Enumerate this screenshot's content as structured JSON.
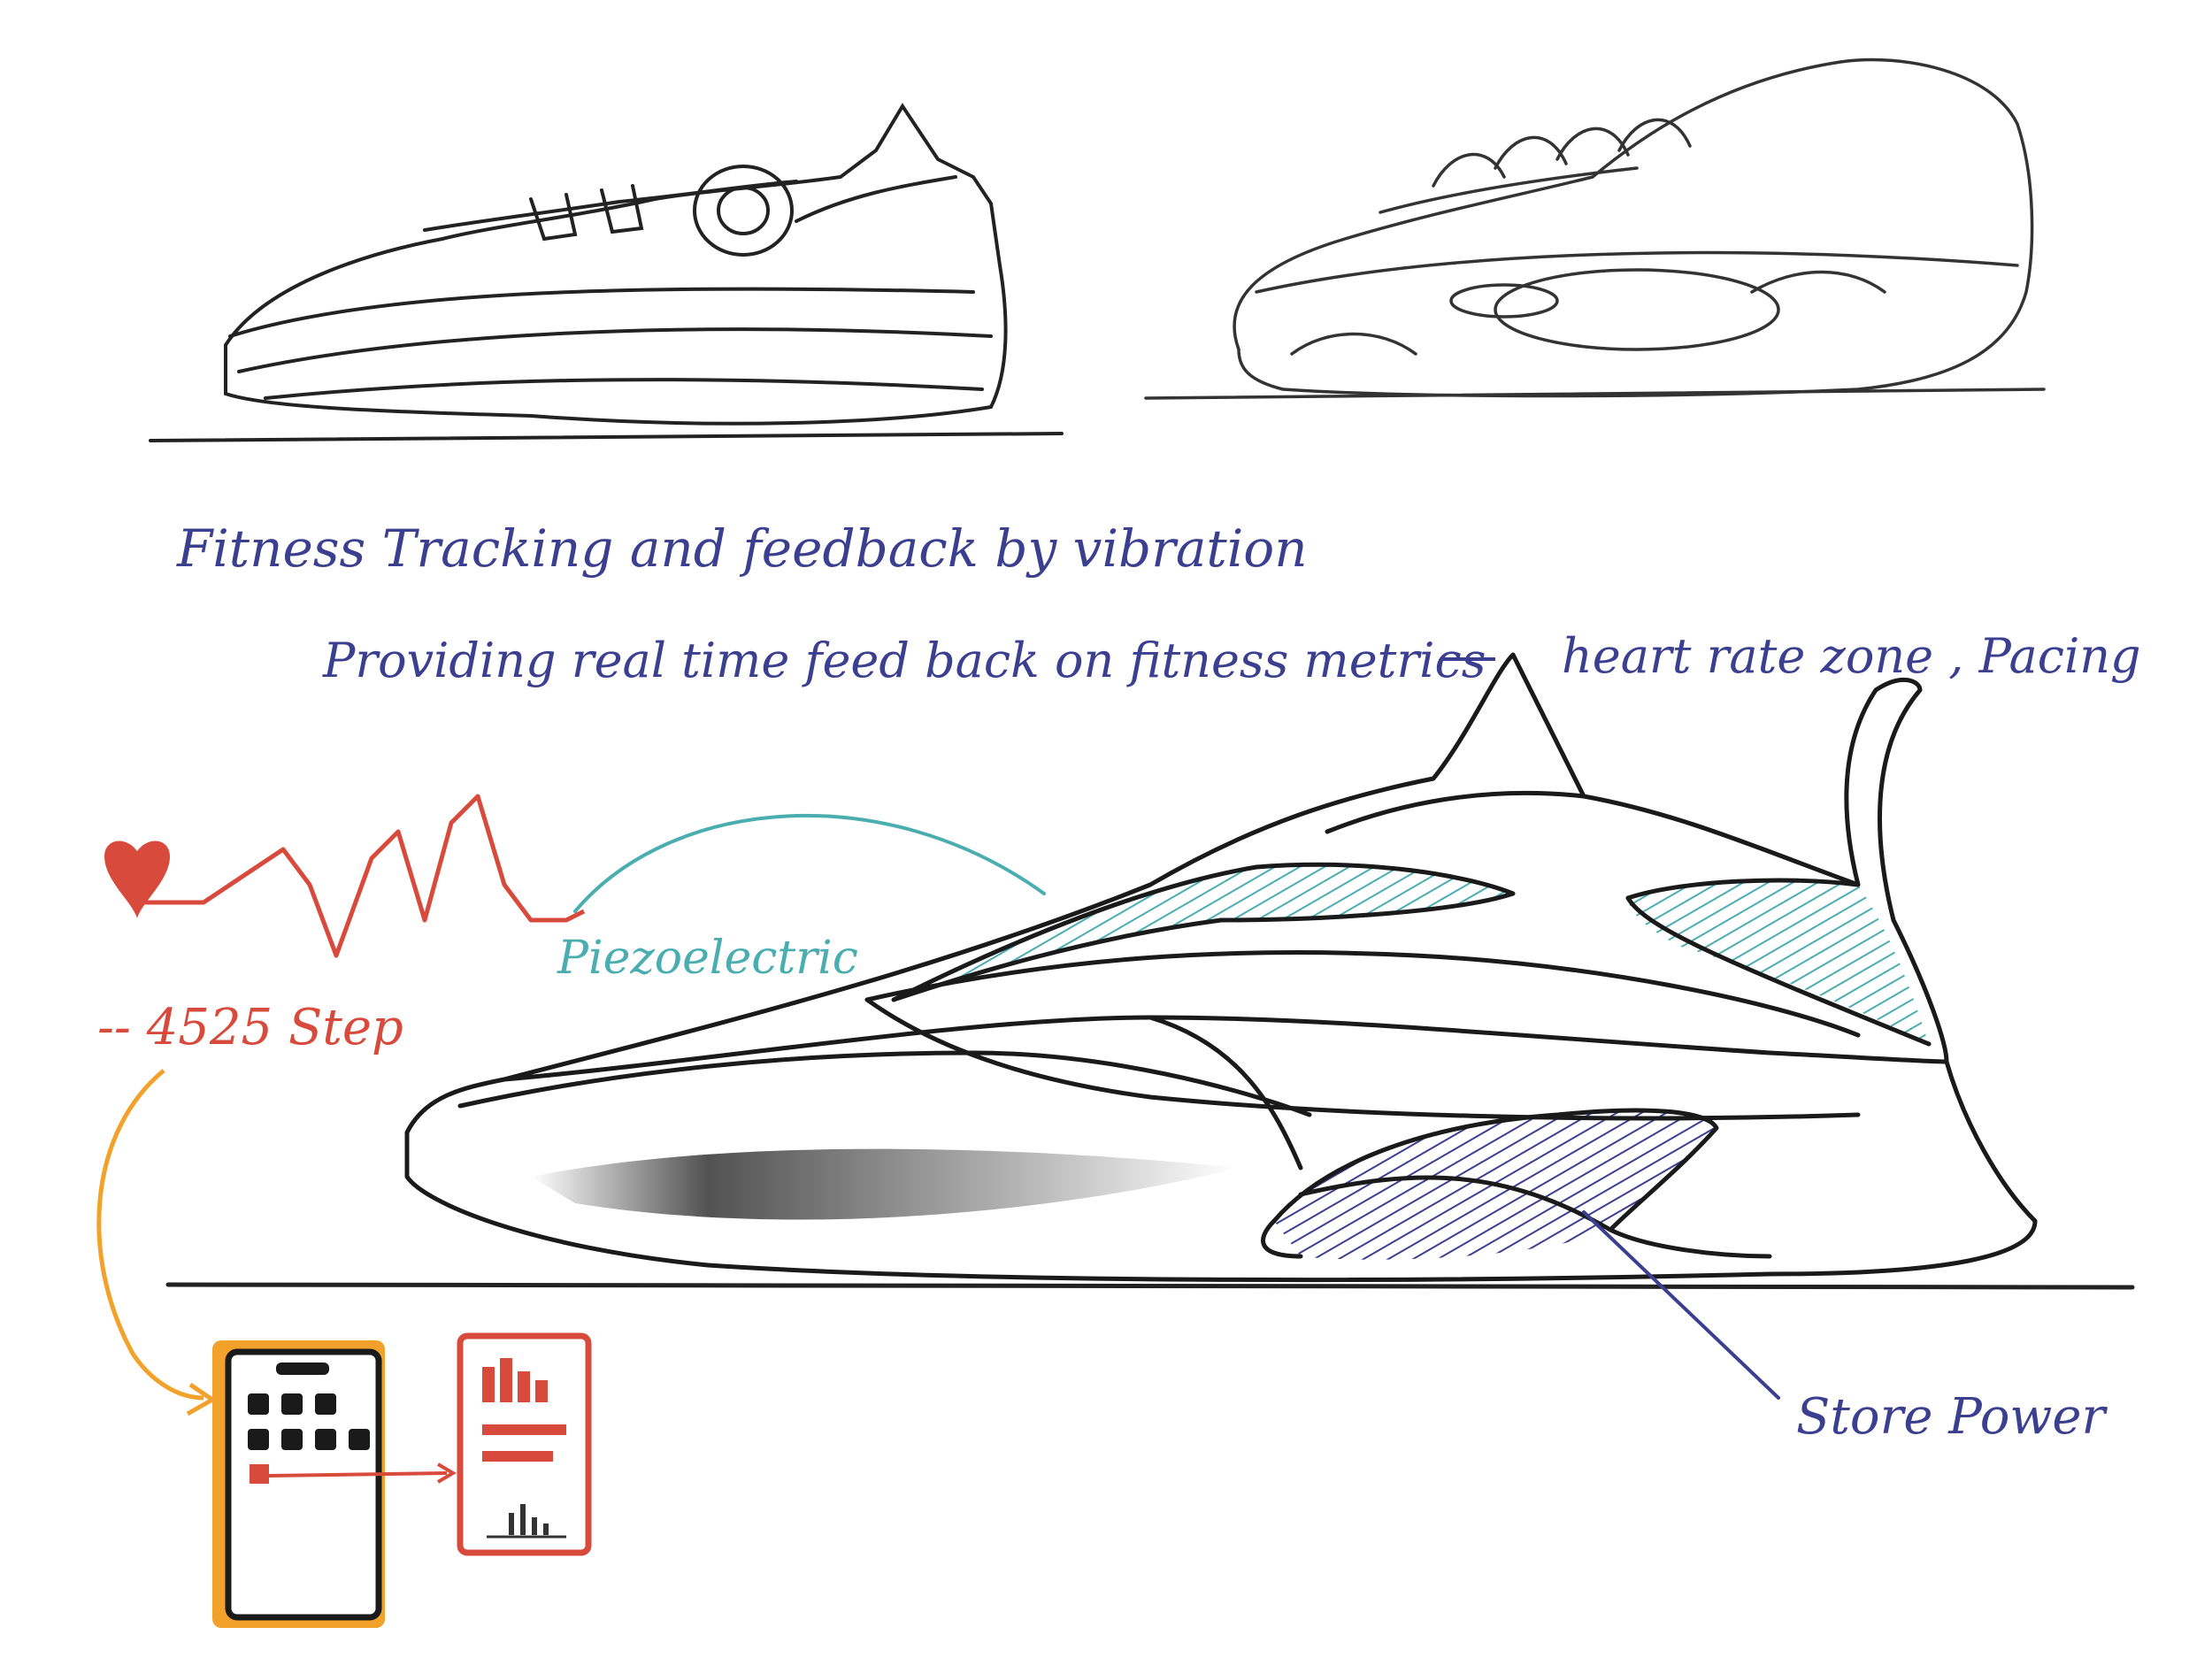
{
  "notes": {
    "title": "Fitness Tracking and feedback by vibration",
    "subtitle": "Providing real time feed back on fitness metrics",
    "side": "heart rate zone , Pacing",
    "piezo": "Piezoelectric",
    "steps": "-- 4525 Step",
    "store": "Store Power"
  },
  "colors": {
    "ink": "#222222",
    "blue_ink": "#3b3f8f",
    "red_ink": "#d84b3c",
    "teal_ink": "#4aaeb0",
    "orange_ink": "#f2a22a"
  }
}
